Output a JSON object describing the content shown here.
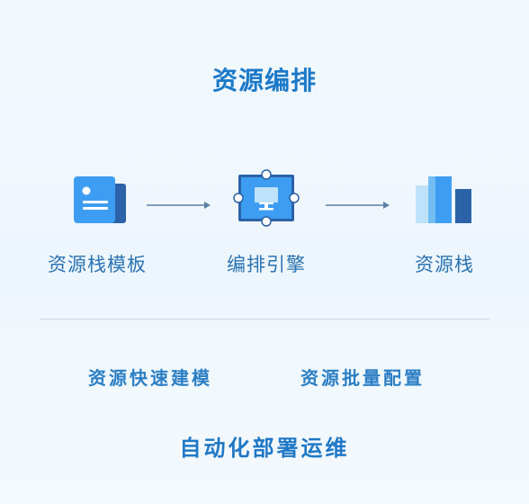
{
  "diagram": {
    "title": "资源编排",
    "nodes": [
      {
        "label": "资源栈模板",
        "icon": "template-document-icon"
      },
      {
        "label": "编排引擎",
        "icon": "monitor-engine-icon"
      },
      {
        "label": "资源栈",
        "icon": "bar-stack-icon"
      }
    ],
    "features": {
      "left": "资源快速建模",
      "right": "资源批量配置",
      "bottom": "自动化部署运维"
    }
  },
  "colors": {
    "primary": "#1b79c8",
    "icon_blue": "#3a98f0",
    "icon_dark": "#2b62a8",
    "icon_light": "#bfe2fb",
    "arrow": "#5b7fa6",
    "background": "#f2f8fe"
  }
}
